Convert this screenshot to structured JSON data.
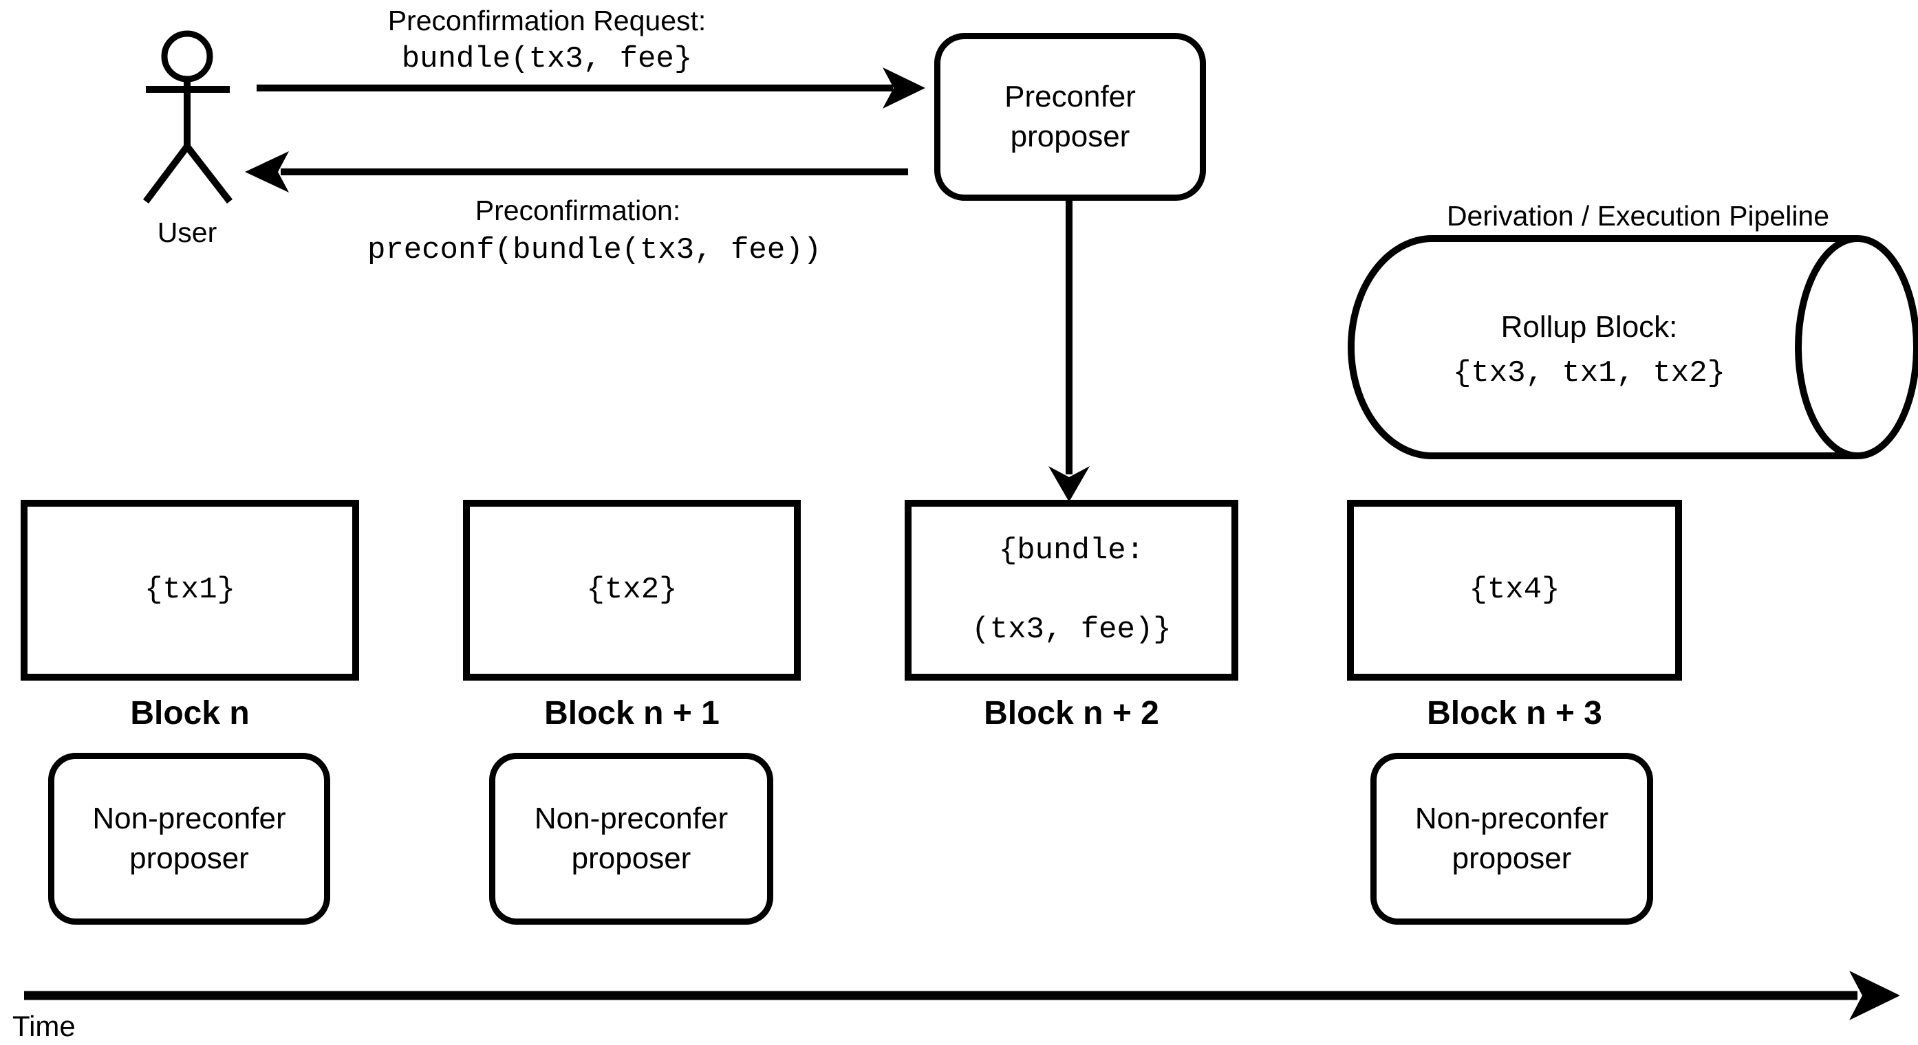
{
  "diagram": {
    "colors": {
      "stroke": "#000000",
      "background": "#ffffff"
    },
    "user": {
      "label": "User"
    },
    "request": {
      "title": "Preconfirmation Request:",
      "code": "bundle(tx3, fee}"
    },
    "response": {
      "title": "Preconfirmation:",
      "code": "preconf(bundle(tx3, fee))"
    },
    "preconfer": {
      "label": "Preconfer\nproposer"
    },
    "pipeline": {
      "title": "Derivation / Execution Pipeline",
      "block_title": "Rollup Block:",
      "block_code": "{tx3, tx1, tx2}"
    },
    "blocks": [
      {
        "code": "{tx1}",
        "label": "Block n",
        "proposer": "Non-preconfer\nproposer"
      },
      {
        "code": "{tx2}",
        "label": "Block n + 1",
        "proposer": "Non-preconfer\nproposer"
      },
      {
        "code_2line": "{bundle:\n(tx3, fee)}",
        "label": "Block n + 2"
      },
      {
        "code": "{tx4}",
        "label": "Block n + 3",
        "proposer": "Non-preconfer\nproposer"
      }
    ],
    "time": {
      "label": "Time"
    }
  }
}
